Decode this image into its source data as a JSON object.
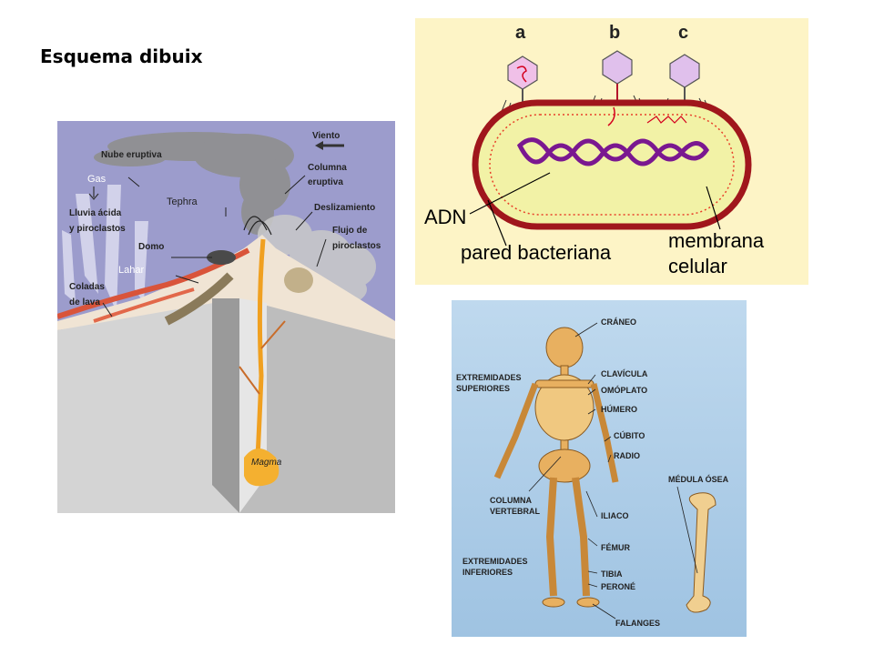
{
  "page": {
    "title": "Esquema dibuix"
  },
  "volcano": {
    "labels": {
      "viento": "Viento",
      "nube": "Nube eruptiva",
      "gas": "Gas",
      "columna1": "Columna",
      "columna2": "eruptiva",
      "tephra": "Tephra",
      "lluvia1": "Lluvia ácida",
      "lluvia2": "y piroclastos",
      "deslizamiento": "Deslizamiento",
      "flujo1": "Flujo de",
      "flujo2": "piroclastos",
      "domo": "Domo",
      "lahar": "Lahar",
      "coladas1": "Coladas",
      "coladas2": "de lava",
      "magma": "Magma"
    }
  },
  "bacteria": {
    "labels": {
      "a": "a",
      "b": "b",
      "c": "c",
      "adn": "ADN",
      "pared": "pared bacteriana",
      "membrana1": "membrana",
      "membrana2": "celular"
    }
  },
  "skeleton": {
    "labels": {
      "craneo": "CRÁNEO",
      "sup1": "EXTREMIDADES",
      "sup2": "SUPERIORES",
      "clavicula": "CLAVÍCULA",
      "omoplato": "OMÓPLATO",
      "humero": "HÚMERO",
      "cubito": "CÚBITO",
      "radio": "RADIO",
      "medula": "MÉDULA ÓSEA",
      "columna1": "COLUMNA",
      "columna2": "VERTEBRAL",
      "iliaco": "ILIACO",
      "inf1": "EXTREMIDADES",
      "inf2": "INFERIORES",
      "femur": "FÉMUR",
      "tibia": "TIBIA",
      "perone": "PERONÉ",
      "falanges": "FALANGES"
    }
  }
}
